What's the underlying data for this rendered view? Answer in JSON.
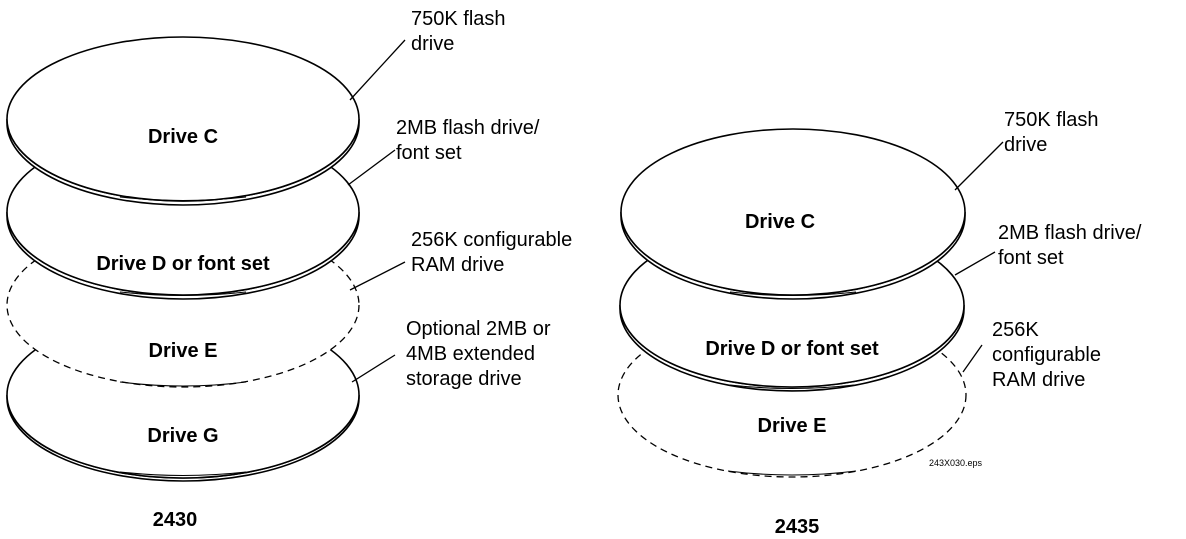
{
  "stack_2430": {
    "model": "2430",
    "drives": [
      {
        "label": "Drive C",
        "callout": [
          "750K flash",
          "drive"
        ]
      },
      {
        "label": "Drive D or font set",
        "callout": [
          "2MB flash drive/",
          "font set"
        ]
      },
      {
        "label": "Drive E",
        "callout": [
          "256K configurable",
          "RAM drive"
        ]
      },
      {
        "label": "Drive G",
        "callout": [
          "Optional 2MB or",
          "4MB extended",
          "storage drive"
        ]
      }
    ]
  },
  "stack_2435": {
    "model": "2435",
    "drives": [
      {
        "label": "Drive C",
        "callout": [
          "750K flash",
          "drive"
        ]
      },
      {
        "label": "Drive D or font set",
        "callout": [
          "2MB flash drive/",
          "font set"
        ]
      },
      {
        "label": "Drive E",
        "callout": [
          "256K",
          "configurable",
          "RAM drive"
        ]
      }
    ]
  },
  "file_tag": "243X030.eps"
}
